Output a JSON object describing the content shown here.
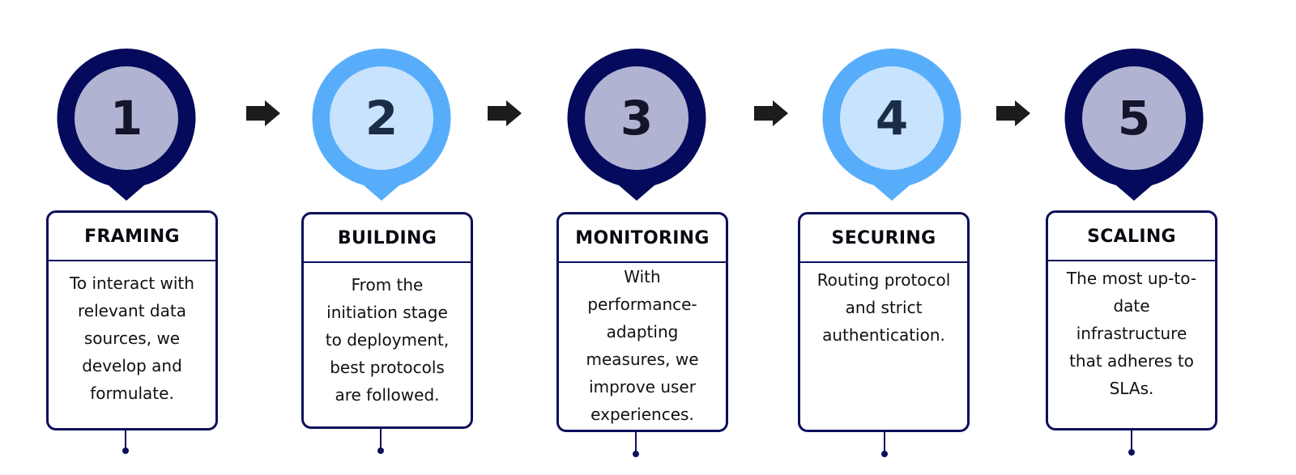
{
  "colors": {
    "dark_navy": "#050a5c",
    "light_blue": "#58adfb",
    "inner_lavender": "#b1b3d2",
    "inner_light_blue": "#c8e3fd",
    "card_border": "#0c0f5c",
    "arrow": "#1c1c1c"
  },
  "steps": [
    {
      "number": "1",
      "title": "FRAMING",
      "desc_lines": [
        "To interact with",
        "relevant data",
        "sources, we",
        "develop and",
        "formulate."
      ],
      "style": "dark"
    },
    {
      "number": "2",
      "title": "BUILDING",
      "desc_lines": [
        "From the",
        "initiation stage",
        "to deployment,",
        "best protocols",
        "are followed."
      ],
      "style": "light"
    },
    {
      "number": "3",
      "title": "MONITORING",
      "desc_lines": [
        "With",
        "performance-",
        "adapting",
        "measures, we",
        "improve user",
        "experiences."
      ],
      "style": "dark"
    },
    {
      "number": "4",
      "title": "SECURING",
      "desc_lines": [
        "Routing protocol",
        "and strict",
        "authentication."
      ],
      "style": "light"
    },
    {
      "number": "5",
      "title": "SCALING",
      "desc_lines": [
        "The most up-to-",
        "date",
        "infrastructure",
        "that adheres to",
        "SLAs."
      ],
      "style": "dark"
    }
  ],
  "arrow_icon": "right-arrow-icon"
}
